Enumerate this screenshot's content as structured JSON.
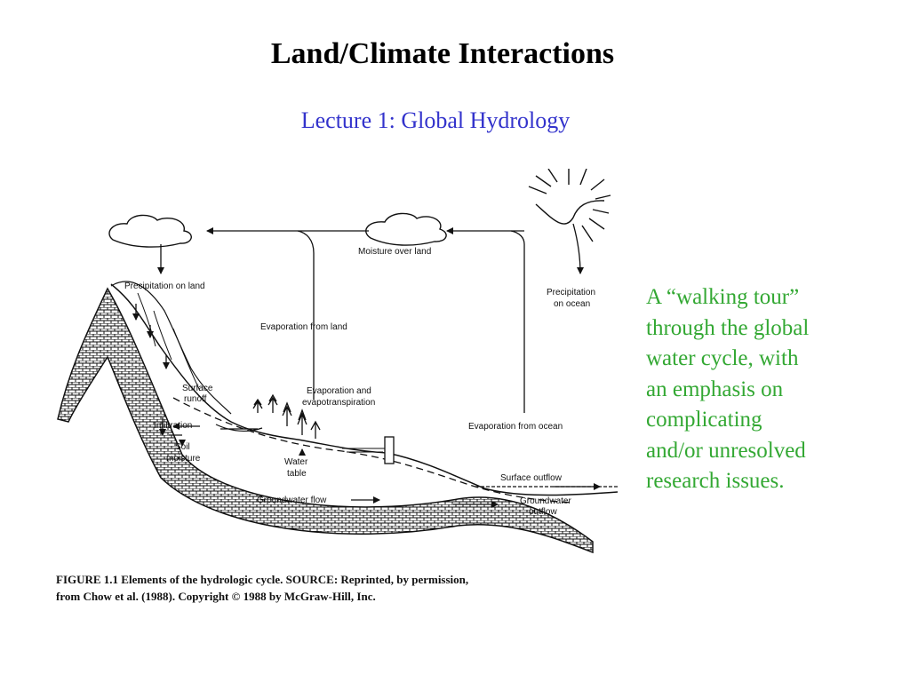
{
  "slide": {
    "title": "Land/Climate Interactions",
    "subtitle": "Lecture 1: Global Hydrology",
    "tour_lines": [
      "A “walking tour”",
      "through the global",
      "water cycle, with",
      "an emphasis on",
      "complicating",
      "and/or unresolved",
      "research issues."
    ]
  },
  "figure": {
    "labels": {
      "moisture_over_land": "Moisture over land",
      "precipitation_on_land": "Precipitation on land",
      "precipitation_on_ocean_1": "Precipitation",
      "precipitation_on_ocean_2": "on ocean",
      "evaporation_from_land": "Evaporation from land",
      "surface_runoff_1": "Surface",
      "surface_runoff_2": "runoff",
      "evapotranspiration_1": "Evaporation and",
      "evapotranspiration_2": "evapotranspiration",
      "infiltration": "Infiltration",
      "soil_moisture_1": "Soil",
      "soil_moisture_2": "moisture",
      "evaporation_from_ocean": "Evaporation from ocean",
      "water_table_1": "Water",
      "water_table_2": "table",
      "surface_outflow": "Surface outflow",
      "groundwater_flow": "Groundwater flow",
      "groundwater_outflow_1": "Groundwater",
      "groundwater_outflow_2": "outflow"
    },
    "caption_line_1": "FIGURE 1.1  Elements of the hydrologic cycle.  SOURCE:  Reprinted, by permission,",
    "caption_line_2": "from Chow et al. (1988).  Copyright © 1988 by McGraw-Hill, Inc."
  },
  "colors": {
    "title": "#000000",
    "subtitle": "#3333cc",
    "tour_text": "#33a833",
    "ink": "#111111"
  }
}
